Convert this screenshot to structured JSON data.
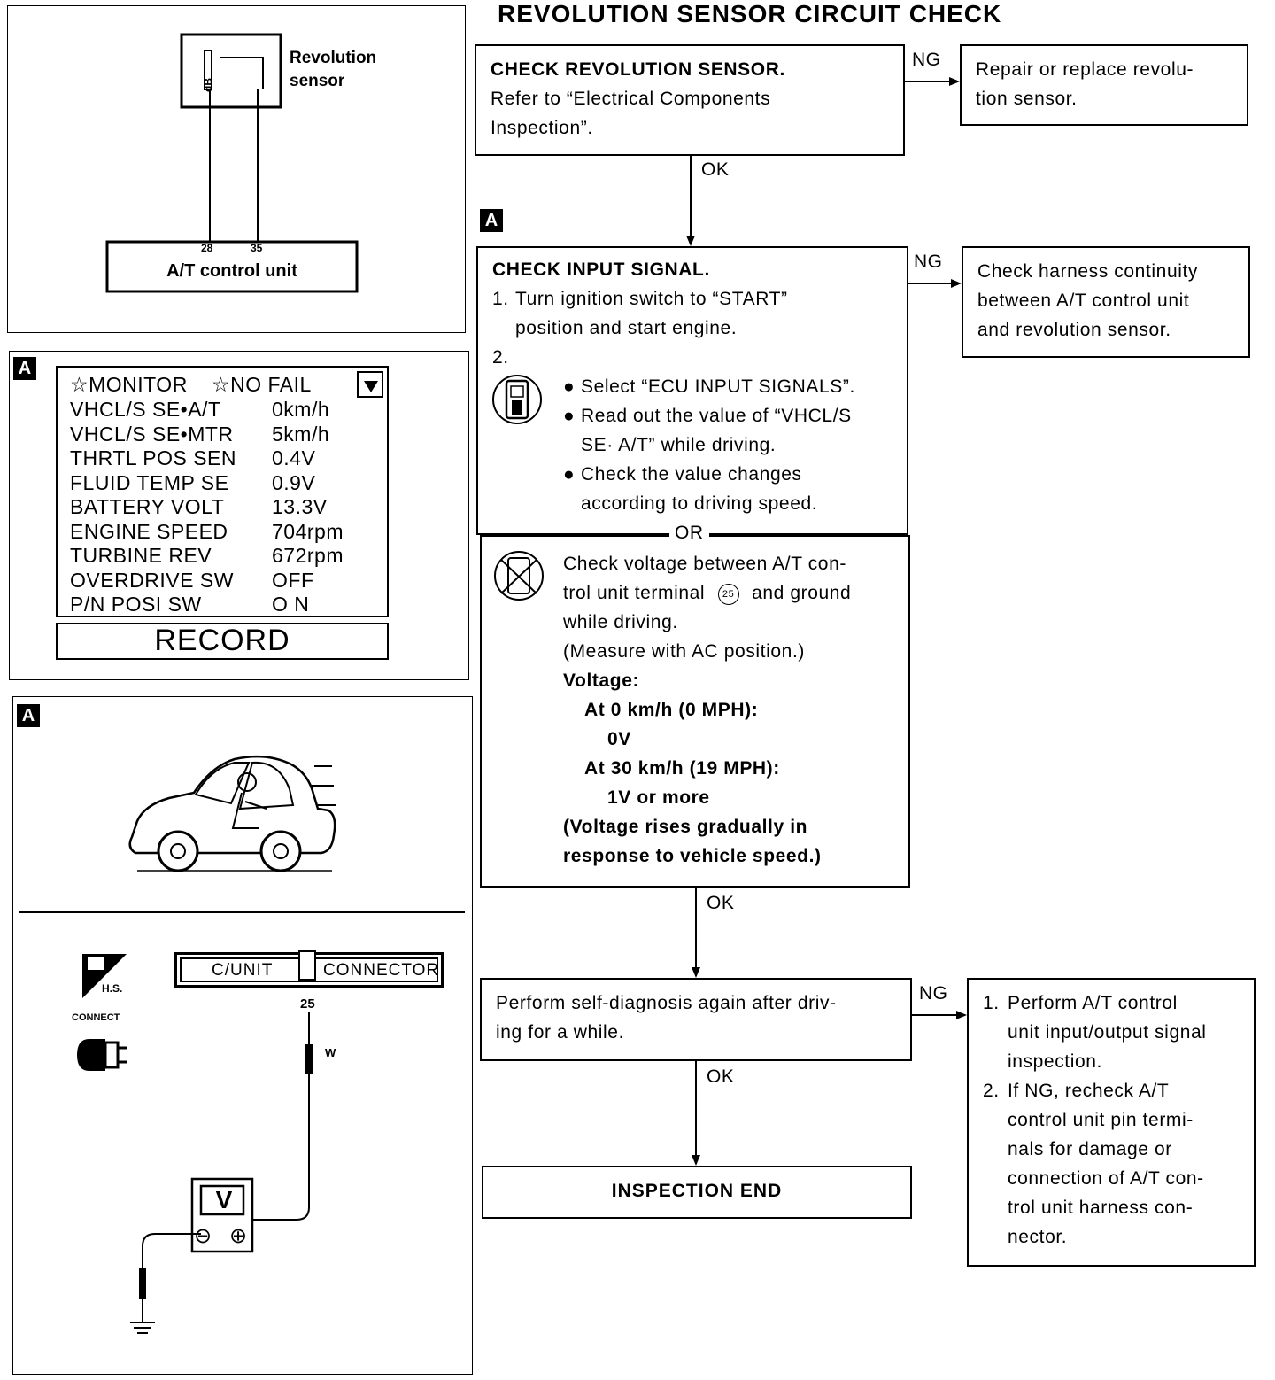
{
  "title": "REVOLUTION SENSOR CIRCUIT CHECK",
  "tag_label": "A",
  "wiring": {
    "sensor_label": [
      "Revolution",
      "sensor"
    ],
    "sensor_pin_label": "dB",
    "pin_left": "28",
    "pin_right": "35",
    "unit_label": "A/T control unit"
  },
  "monitor": {
    "header_left": "☆MONITOR",
    "header_right": "☆NO FAIL",
    "scroll_icon": "down-triangle-icon",
    "rows": [
      {
        "name": "VHCL/S SE•A/T",
        "value": "0km/h"
      },
      {
        "name": "VHCL/S SE•MTR",
        "value": "5km/h"
      },
      {
        "name": "THRTL POS SEN",
        "value": "0.4V"
      },
      {
        "name": "FLUID TEMP SE",
        "value": "0.9V"
      },
      {
        "name": "BATTERY VOLT",
        "value": "13.3V"
      },
      {
        "name": "ENGINE SPEED",
        "value": "704rpm"
      },
      {
        "name": "TURBINE REV",
        "value": "672rpm"
      },
      {
        "name": "OVERDRIVE SW",
        "value": "OFF"
      },
      {
        "name": "P/N POSI SW",
        "value": "O N"
      }
    ],
    "record_button": "RECORD"
  },
  "connector": {
    "badge_text": "H.S.",
    "connect_label": "CONNECT",
    "left_label": "C/UNIT",
    "right_label": "CONNECTOR",
    "terminal": "25",
    "wire_color": "W",
    "meter_label": "V",
    "minus": "⊖",
    "plus": "⊕"
  },
  "flow": {
    "ng": "NG",
    "ok": "OK",
    "or": "OR",
    "step1": {
      "title": "CHECK REVOLUTION SENSOR.",
      "lines": [
        "Refer to “Electrical Components",
        "Inspection”."
      ]
    },
    "step1_ng": [
      "Repair or replace revolu-",
      "tion sensor."
    ],
    "step2": {
      "title": "CHECK INPUT SIGNAL.",
      "item1_num": "1.",
      "item1": [
        "Turn ignition switch to “START”",
        "position and start engine."
      ],
      "item2_num": "2.",
      "bullets": [
        [
          "Select “ECU INPUT SIGNALS”."
        ],
        [
          "Read out the value of “VHCL/S",
          "SE· A/T” while driving."
        ],
        [
          "Check the value changes",
          "according to driving speed."
        ]
      ],
      "alt_lines": [
        "Check voltage between A/T con-",
        "trol unit terminal",
        "and ground",
        "while driving.",
        "(Measure with AC position.)"
      ],
      "terminal_circled": "25",
      "voltage_label": "Voltage:",
      "at0_label": "At 0 km/h (0 MPH):",
      "at0_value": "0V",
      "at30_label": "At 30 km/h (19 MPH):",
      "at30_value": "1V or more",
      "note": [
        "(Voltage rises gradually in",
        "response to vehicle speed.)"
      ]
    },
    "step2_ng": [
      "Check harness continuity",
      "between A/T control unit",
      "and revolution sensor."
    ],
    "step3": [
      "Perform self-diagnosis again after driv-",
      "ing for a while."
    ],
    "step3_ng": {
      "items": [
        {
          "num": "1.",
          "lines": [
            "Perform A/T control",
            "unit input/output signal",
            "inspection."
          ]
        },
        {
          "num": "2.",
          "lines": [
            "If NG, recheck A/T",
            "control unit pin termi-",
            "nals for damage or",
            "connection of A/T con-",
            "trol unit harness con-",
            "nector."
          ]
        }
      ]
    },
    "end": "INSPECTION END"
  }
}
